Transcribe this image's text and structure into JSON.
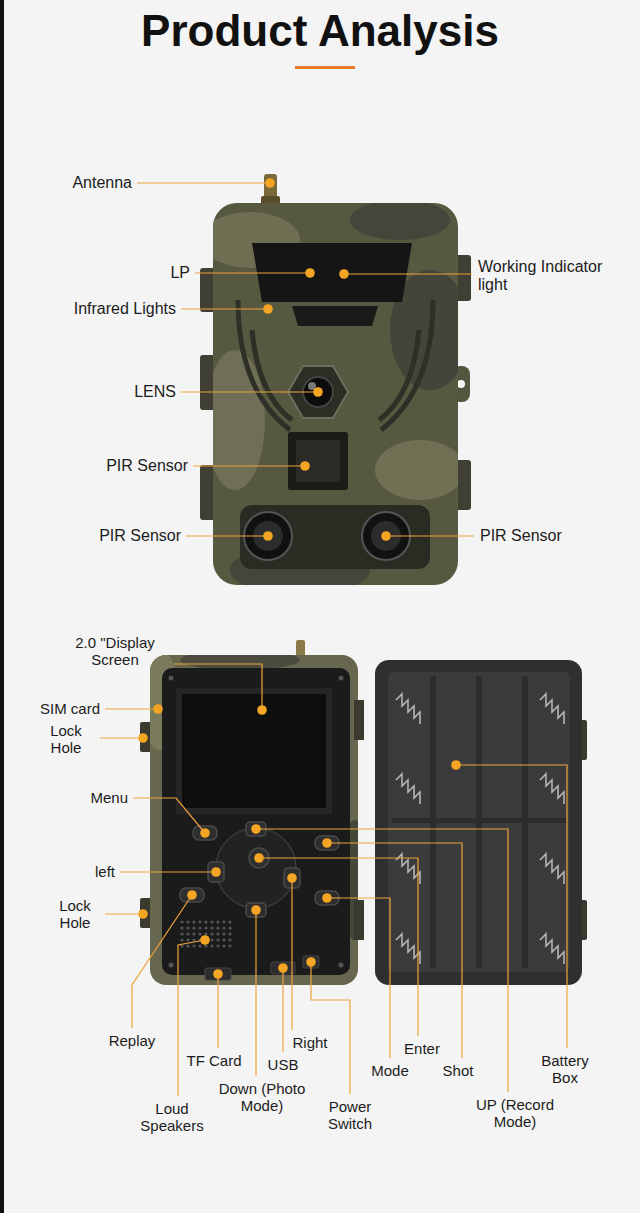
{
  "diagram": {
    "title": "Product Analysis",
    "labels": [
      "Antenna",
      "LP",
      "Working Indicator light",
      "Infrared Lights",
      "LENS",
      "PIR Sensor",
      "PIR Sensor",
      "PIR Sensor",
      "2.0 \"Display Screen",
      "SIM card",
      "Lock Hole",
      "Menu",
      "left",
      "Lock Hole",
      "Replay",
      "TF Card",
      "Loud Speakers",
      "Down (Photo Mode)",
      "USB",
      "Right",
      "Power Switch",
      "Enter",
      "Mode",
      "Shot",
      "UP (Record Mode)",
      "Battery Box"
    ]
  }
}
